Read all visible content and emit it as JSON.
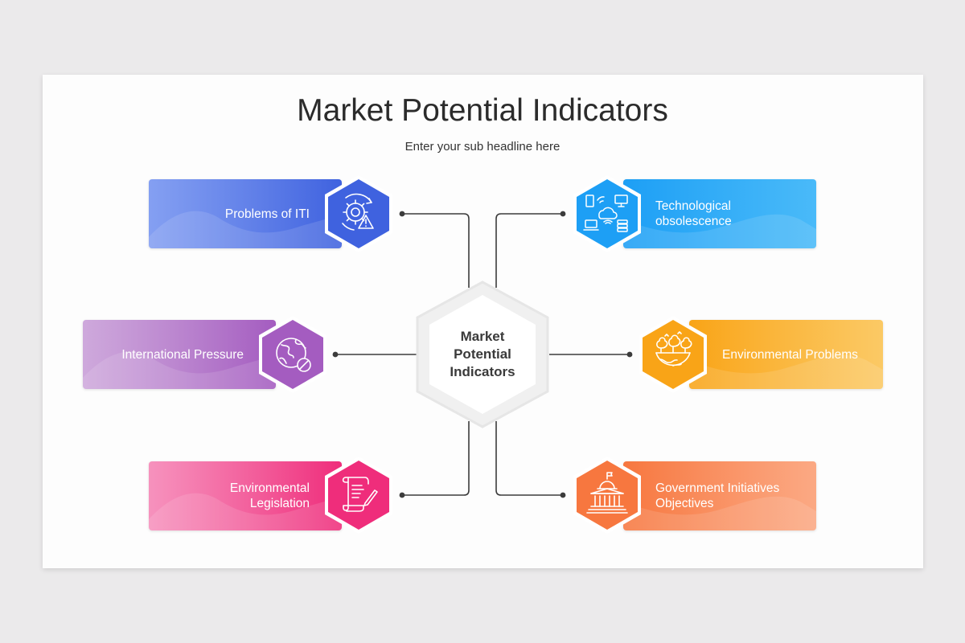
{
  "title": "Market Potential Indicators",
  "subtitle": "Enter your sub headline here",
  "center": {
    "label_lines": [
      "Market",
      "Potential",
      "Indicators"
    ]
  },
  "items": [
    {
      "label_lines": [
        "Problems of ITI"
      ],
      "icon": "gear-warning-icon",
      "color_start": "#6f8ff0",
      "color_end": "#3f62df"
    },
    {
      "label_lines": [
        "Technological",
        "obsolescence"
      ],
      "icon": "network-devices-icon",
      "color_start": "#2aaef8",
      "color_end": "#1d9ff5"
    },
    {
      "label_lines": [
        "International Pressure"
      ],
      "icon": "globe-block-icon",
      "color_start": "#c69ad6",
      "color_end": "#a45cc0"
    },
    {
      "label_lines": [
        "Environmental Problems"
      ],
      "icon": "earth-trees-icon",
      "color_start": "#fbc04a",
      "color_end": "#f9a417"
    },
    {
      "label_lines": [
        "Environmental",
        "Legislation"
      ],
      "icon": "document-pen-icon",
      "color_start": "#f57fb2",
      "color_end": "#ef2d7b"
    },
    {
      "label_lines": [
        "Government Initiatives",
        "Objectives"
      ],
      "icon": "government-building-icon",
      "color_start": "#fb9a6e",
      "color_end": "#f7773f"
    }
  ]
}
